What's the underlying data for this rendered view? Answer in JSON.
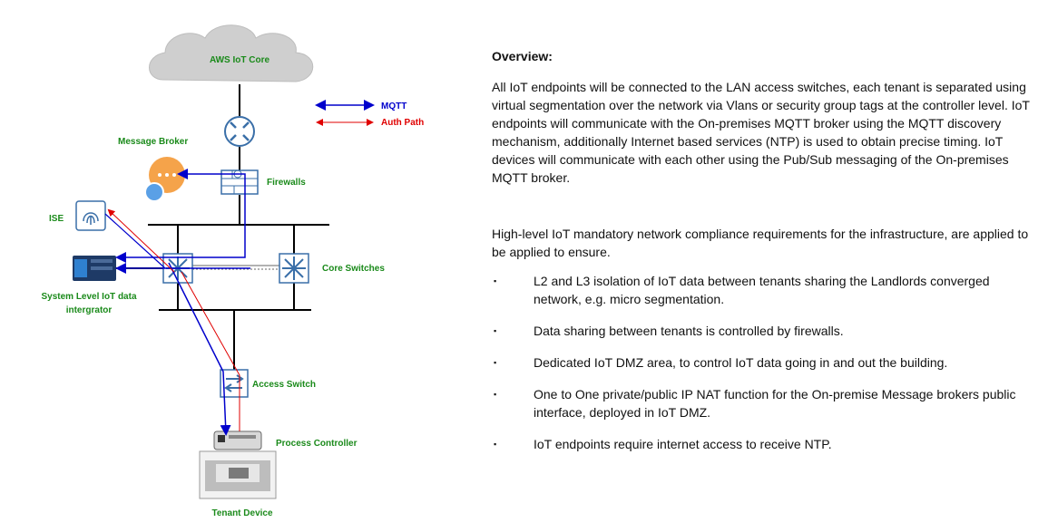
{
  "labels": {
    "aws": "AWS IoT Core",
    "mqtt": "MQTT",
    "auth_path": "Auth Path",
    "message_broker": "Message Broker",
    "firewalls": "Firewalls",
    "ise": "ISE",
    "core_switches": "Core Switches",
    "integrator_1": "System Level IoT data",
    "integrator_2": "intergrator",
    "access_switch": "Access Switch",
    "process_controller": "Process Controller",
    "tenant_device": "Tenant  Device"
  },
  "colors": {
    "mqtt": "#0000cc",
    "auth": "#e00000",
    "label_green": "#1a8a1a",
    "cloud": "#cfcfcf"
  },
  "text": {
    "overview_title": "Overview:",
    "overview_body": "All IoT endpoints will be connected to the LAN access switches, each tenant is separated using virtual segmentation over the network via Vlans or security group tags at the controller level. IoT endpoints will communicate with the On-premises MQTT broker using the MQTT discovery mechanism, additionally Internet based services (NTP) is used to obtain precise timing. IoT devices will communicate with each other using the Pub/Sub messaging of the On-premises MQTT broker.",
    "compliance_intro": "High-level IoT mandatory network compliance requirements for the infrastructure, are applied to be applied to ensure.",
    "bullet": "▪",
    "requirements": [
      "L2 and L3 isolation of IoT data between tenants sharing the Landlords converged network, e.g.  micro segmentation.",
      "Data sharing between tenants is controlled by firewalls.",
      "Dedicated IoT DMZ area, to control IoT data going in and out the building.",
      "One to One private/public IP NAT function for the On-premise Message brokers public interface, deployed in IoT DMZ.",
      "IoT endpoints require internet access to receive NTP."
    ]
  }
}
